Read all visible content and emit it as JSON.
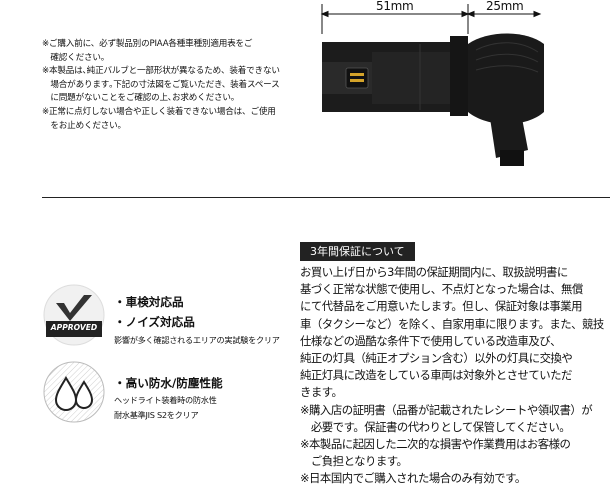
{
  "notes": [
    "※ご購入前に、必ず製品別のPIAA各種車種別適用表をご",
    "　確認ください。",
    "※本製品は､純正バルブと一部形状が異なるため、装着できない",
    "　場合があります｡下記の寸法図をご覧いただき、装着スペース",
    "　に問題がないことをご確認の上､お求めください。",
    "※正常に点灯しない場合や正しく装着できない場合は、ご使用",
    "　をお止めください。"
  ],
  "dimensions": {
    "body_length": "51mm",
    "fin_length": "25mm"
  },
  "features": [
    {
      "icon": "approved-checkmark-badge-icon",
      "badge_text": "APPROVED",
      "lines": [
        "・車検対応品",
        "・ノイズ対応品"
      ],
      "sub": "影響が多く確認されるエリアの実試験をクリア"
    },
    {
      "icon": "water-drops-icon",
      "lines": [
        "・高い防水/防塵性能"
      ],
      "subs": [
        "ヘッドライト装着時の防水性",
        "耐水基準JIS S2をクリア"
      ]
    }
  ],
  "warranty": {
    "title": "3年間保証について",
    "lines": [
      "お買い上げ日から3年間の保証期間内に、取扱説明書に",
      "基づく正常な状態で使用し、不点灯となった場合は、無償",
      "にて代替品をご用意いたします。但し、保証対象は事業用",
      "車（タクシーなど）を除く、自家用車に限ります。また、競技",
      "仕様などの過酷な条件下で使用している改造車及び、",
      "純正の灯具（純正オプション含む）以外の灯具に交換や",
      "純正灯具に改造をしている車両は対象外とさせていただ",
      "きます。"
    ],
    "notes": [
      "※購入店の証明書（品番が記載されたレシートや領収書）が",
      "　必要です。保証書の代わりとして保管してください。",
      "※本製品に起因した二次的な損害や作業費用はお客様の",
      "　ご負担となります。",
      "※日本国内でご購入された場合のみ有効です。"
    ]
  },
  "colors": {
    "text": "#111111",
    "badge_bg": "#222222",
    "badge_text": "#ffffff",
    "product_dark": "#1c1c1c"
  }
}
